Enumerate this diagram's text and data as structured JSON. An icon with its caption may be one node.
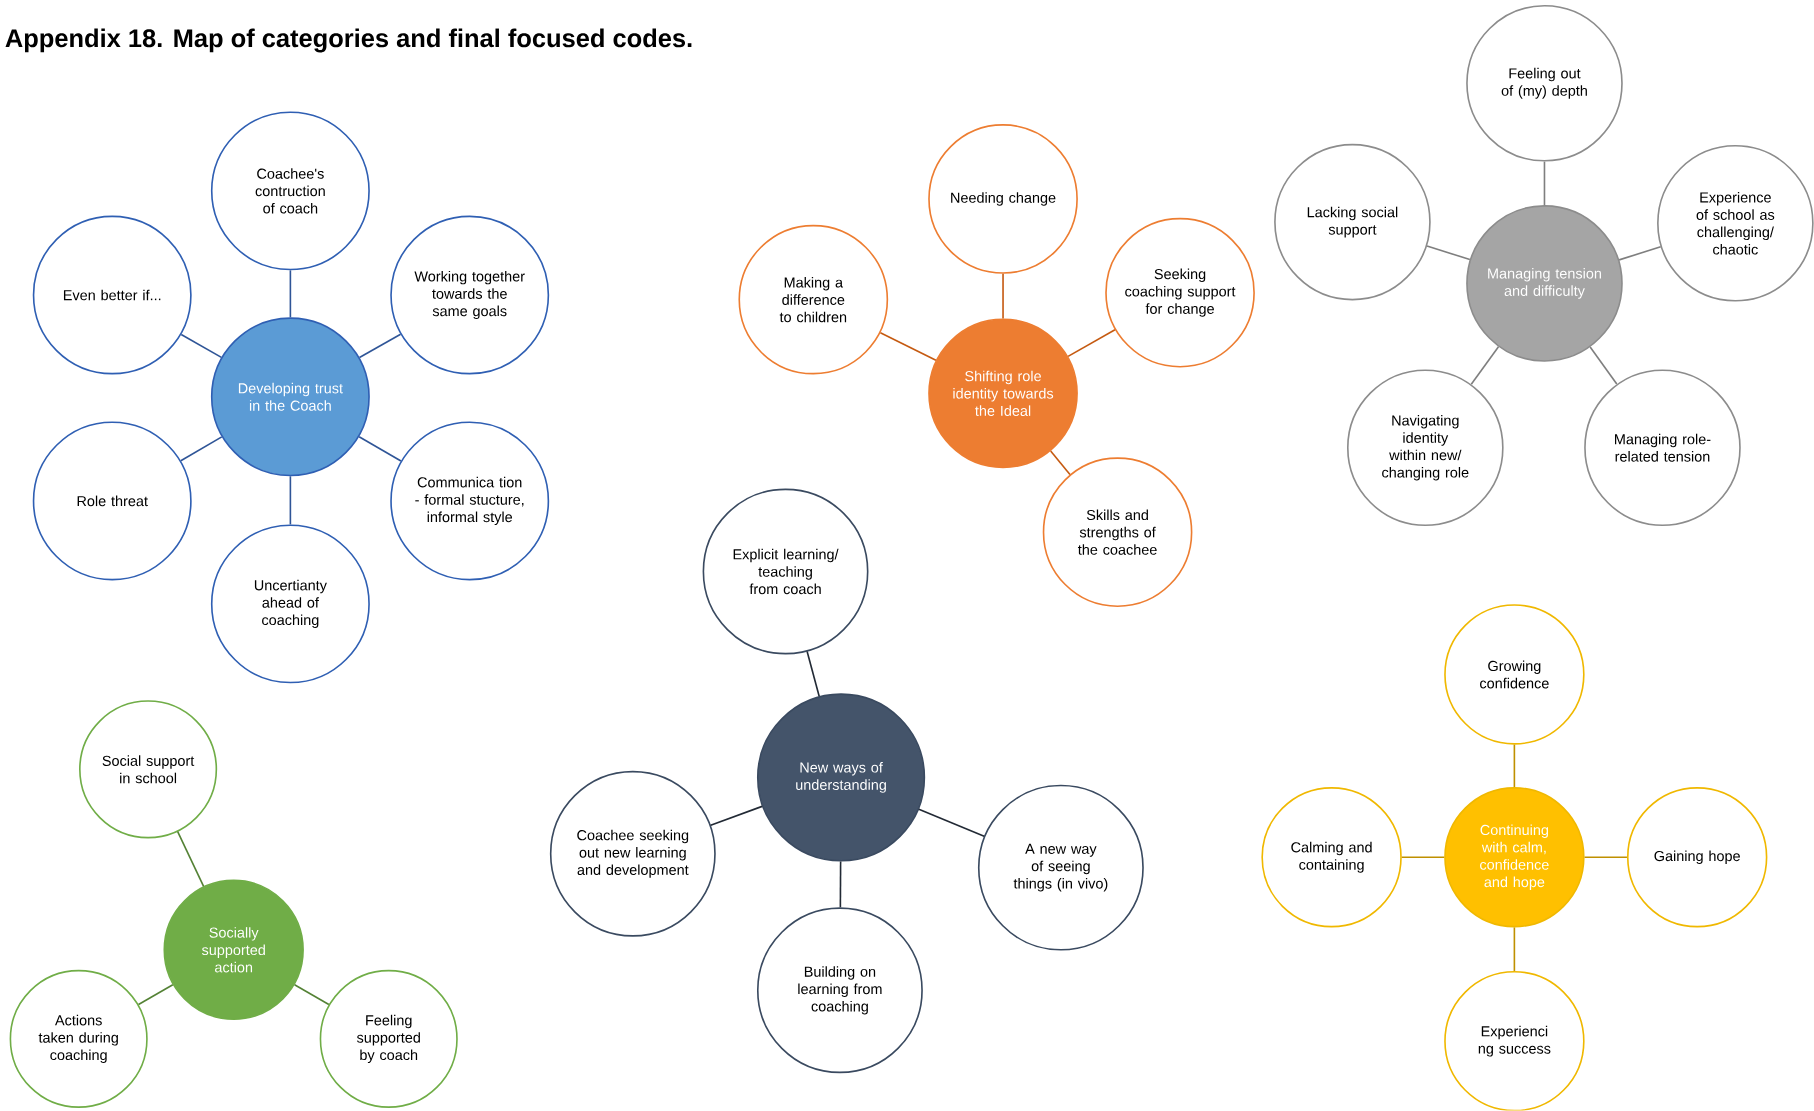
{
  "diagram": {
    "title": "Appendix 18. Map of categories and final focused codes.",
    "nodes": [
      {
        "text": [
          "Developing trust in the Coach"
        ]
      },
      {
        "text": [
          "Coachee's contruction of coach"
        ]
      },
      {
        "text": [
          "Working together towards the same goals"
        ]
      },
      {
        "text": [
          "Communica tion - formal stucture, informal style"
        ]
      },
      {
        "text": [
          "Uncertianty ahead of coaching"
        ]
      },
      {
        "text": [
          "Role threat"
        ]
      },
      {
        "text": [
          "Even better if..."
        ]
      },
      {
        "text": [
          "Shifting role identity towards the Ideal"
        ]
      },
      {
        "text": [
          "Needing change"
        ]
      },
      {
        "text": [
          "Seeking coaching support for change"
        ]
      },
      {
        "text": [
          "Skills and strengths of the coachee"
        ]
      },
      {
        "text": [
          "Making a difference to children"
        ]
      },
      {
        "text": [
          "Managing tension and difficulty"
        ]
      },
      {
        "text": [
          "Feeling out of (my) depth"
        ]
      },
      {
        "text": [
          "Experience of school as challenging/ chaotic"
        ]
      },
      {
        "text": [
          "Managing role-related tension"
        ]
      },
      {
        "text": [
          "Navigating identity within new/ changing role"
        ]
      },
      {
        "text": [
          "Lacking social support"
        ]
      },
      {
        "text": [
          "New ways of understanding"
        ]
      },
      {
        "text": [
          "Explicit learning/ teaching from coach"
        ]
      },
      {
        "text": [
          "A new way of seeing things (in vivo)"
        ]
      },
      {
        "text": [
          "Building on learning from coaching"
        ]
      },
      {
        "text": [
          "Coachee seeking out new learning and development"
        ]
      },
      {
        "text": [
          "Socially supported action"
        ]
      },
      {
        "text": [
          "Social support in school"
        ]
      },
      {
        "text": [
          "Feeling supported by coach"
        ]
      },
      {
        "text": [
          "Actions taken during coaching"
        ]
      },
      {
        "text": [
          "Continuing with calm, confidence and hope"
        ]
      },
      {
        "text": [
          "Growing confidence"
        ]
      },
      {
        "text": [
          "Gaining hope"
        ]
      },
      {
        "text": [
          "Experienci ng success"
        ]
      },
      {
        "text": [
          "Calming and containing"
        ]
      }
    ],
    "edges": [
      {
        "from": 0,
        "to": 1,
        "arrow": "none",
        "color": "#2f5597"
      },
      {
        "from": 0,
        "to": 2,
        "arrow": "none",
        "color": "#2f5597"
      },
      {
        "from": 0,
        "to": 3,
        "arrow": "none",
        "color": "#2f5597"
      },
      {
        "from": 0,
        "to": 4,
        "arrow": "none",
        "color": "#2f5597"
      },
      {
        "from": 0,
        "to": 5,
        "arrow": "none",
        "color": "#2f5597"
      },
      {
        "from": 0,
        "to": 6,
        "arrow": "none",
        "color": "#2f5597"
      },
      {
        "from": 7,
        "to": 8,
        "arrow": "none",
        "color": "#c55a11"
      },
      {
        "from": 7,
        "to": 9,
        "arrow": "none",
        "color": "#c55a11"
      },
      {
        "from": 7,
        "to": 10,
        "arrow": "none",
        "color": "#c55a11"
      },
      {
        "from": 7,
        "to": 11,
        "arrow": "none",
        "color": "#c55a11"
      },
      {
        "from": 12,
        "to": 13,
        "arrow": "none",
        "color": "#7f7f7f"
      },
      {
        "from": 12,
        "to": 14,
        "arrow": "none",
        "color": "#7f7f7f"
      },
      {
        "from": 12,
        "to": 15,
        "arrow": "none",
        "color": "#7f7f7f"
      },
      {
        "from": 12,
        "to": 16,
        "arrow": "none",
        "color": "#7f7f7f"
      },
      {
        "from": 12,
        "to": 17,
        "arrow": "none",
        "color": "#7f7f7f"
      },
      {
        "from": 18,
        "to": 19,
        "arrow": "none",
        "color": "#222a35"
      },
      {
        "from": 18,
        "to": 20,
        "arrow": "none",
        "color": "#222a35"
      },
      {
        "from": 18,
        "to": 21,
        "arrow": "none",
        "color": "#222a35"
      },
      {
        "from": 18,
        "to": 22,
        "arrow": "none",
        "color": "#222a35"
      },
      {
        "from": 23,
        "to": 24,
        "arrow": "none",
        "color": "#548235"
      },
      {
        "from": 23,
        "to": 25,
        "arrow": "none",
        "color": "#548235"
      },
      {
        "from": 23,
        "to": 26,
        "arrow": "none",
        "color": "#548235"
      },
      {
        "from": 27,
        "to": 28,
        "arrow": "none",
        "color": "#bf9000"
      },
      {
        "from": 27,
        "to": 29,
        "arrow": "none",
        "color": "#bf9000"
      },
      {
        "from": 27,
        "to": 30,
        "arrow": "none",
        "color": "#bf9000"
      },
      {
        "from": 27,
        "to": 31,
        "arrow": "none",
        "color": "#bf9000"
      }
    ]
  }
}
